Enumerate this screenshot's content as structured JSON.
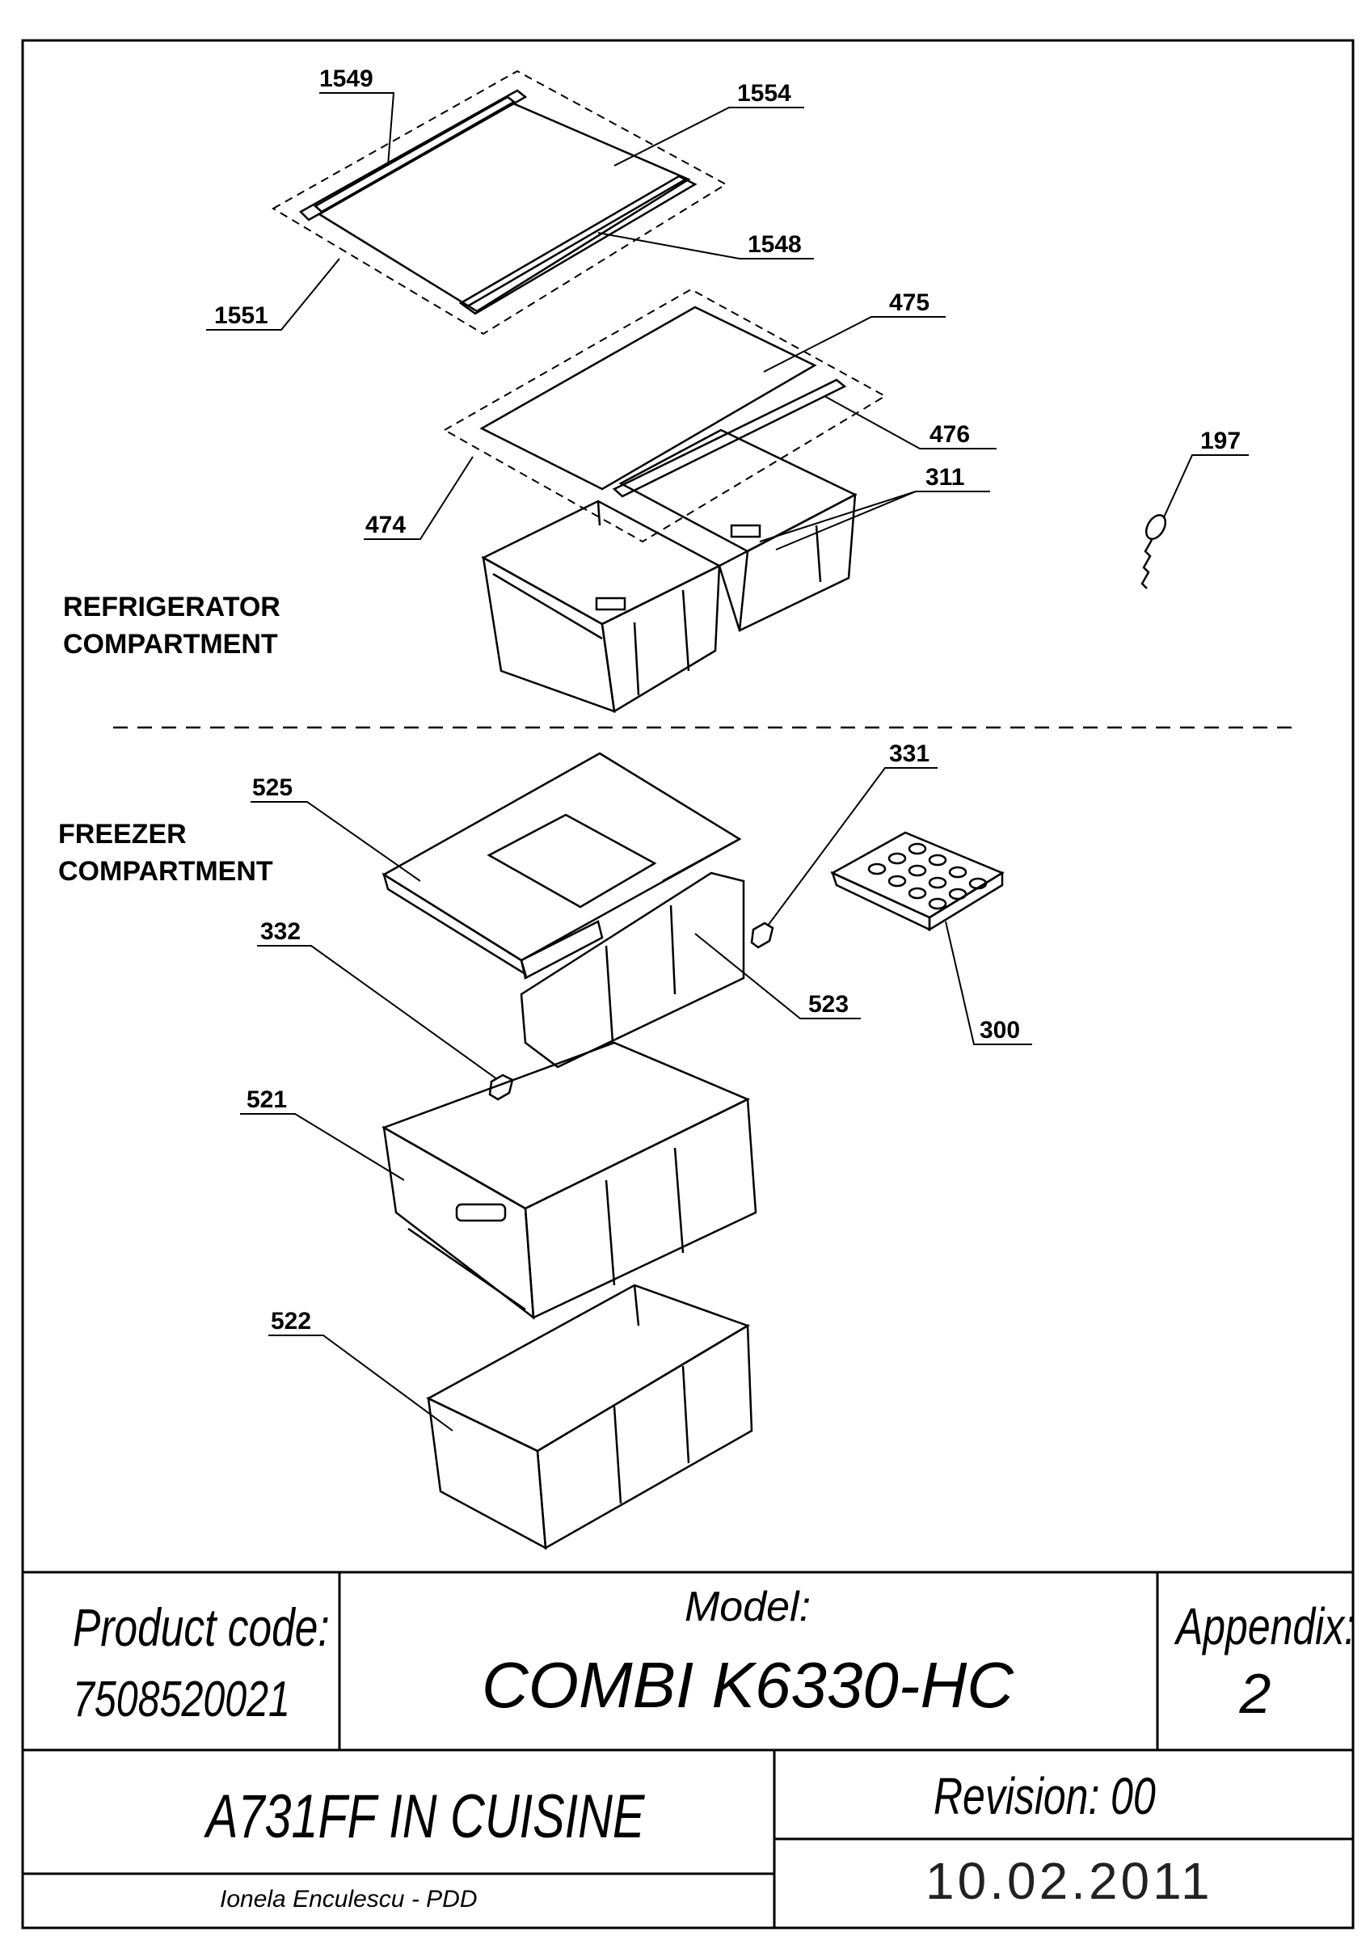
{
  "diagram": {
    "sections": {
      "refrigerator": [
        "REFRIGERATOR",
        "COMPARTMENT"
      ],
      "freezer": [
        "FREEZER",
        "COMPARTMENT"
      ]
    },
    "part_labels": {
      "p1549": "1549",
      "p1554": "1554",
      "p1548": "1548",
      "p1551": "1551",
      "p475": "475",
      "p476": "476",
      "p474": "474",
      "p311": "311",
      "p197": "197",
      "p331": "331",
      "p525": "525",
      "p523": "523",
      "p300": "300",
      "p332": "332",
      "p521": "521",
      "p522": "522"
    }
  },
  "title_block": {
    "product_code_label": "Product code:",
    "product_code": "7508520021",
    "model_label": "Model:",
    "model": "COMBI K6330-HC",
    "appendix_label": "Appendix:",
    "appendix": "2",
    "project": "A731FF IN CUISINE",
    "revision": "Revision: 00",
    "author": "Ionela Enculescu - PDD",
    "date": "10.02.2011"
  }
}
